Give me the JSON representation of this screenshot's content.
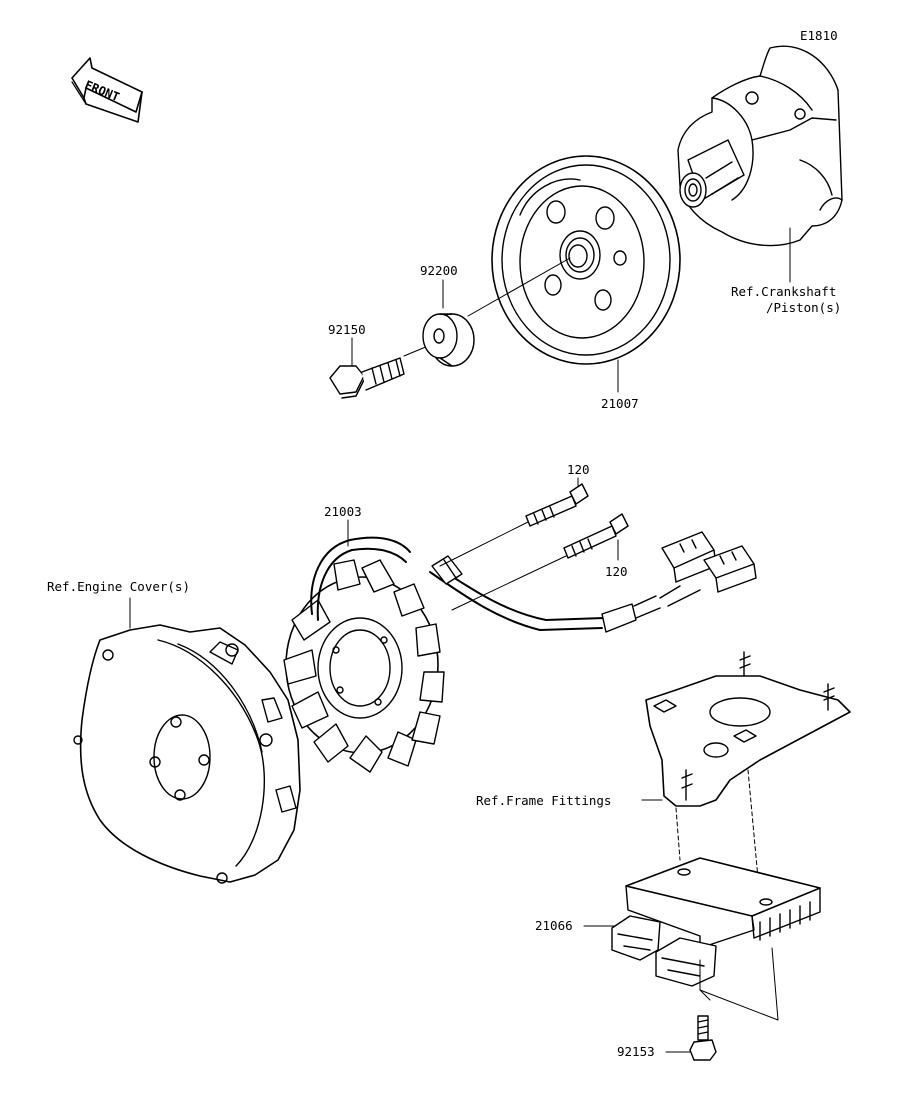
{
  "diagram": {
    "code": "E1810",
    "front_text": "FRONT",
    "labels": {
      "p92200": "92200",
      "p92150": "92150",
      "p21007": "21007",
      "ref_crankshaft_1": "Ref.Crankshaft",
      "ref_crankshaft_2": "/Piston(s)",
      "p120_a": "120",
      "p120_b": "120",
      "p21003": "21003",
      "ref_engine_cover": "Ref.Engine Cover(s)",
      "ref_frame_fittings": "Ref.Frame Fittings",
      "p21066": "21066",
      "p92153": "92153"
    }
  }
}
